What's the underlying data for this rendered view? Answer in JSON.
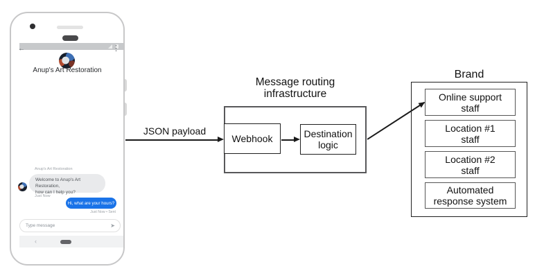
{
  "phone": {
    "status_bar": {},
    "header": {
      "back_icon": "←",
      "title": "Anup's Art Restoration",
      "menu_icon": "⋮"
    },
    "conversation": {
      "sender_label": "Anup's Art Restoration",
      "incoming": {
        "line1": "Welcome to Anup's Art Restoration,",
        "line2": "how can I help you?",
        "timestamp": "Just Now"
      },
      "outgoing": {
        "text": "Hi, what are your hours?",
        "status": "Just Now • Sent"
      }
    },
    "composer": {
      "placeholder": "Type message",
      "send_icon": "➤"
    },
    "nav": {
      "back_icon": "‹"
    }
  },
  "diagram": {
    "payload_label": "JSON payload",
    "routing": {
      "title_line1": "Message routing",
      "title_line2": "infrastructure",
      "webhook_label": "Webhook",
      "destination_line1": "Destination",
      "destination_line2": "logic"
    },
    "brand": {
      "title": "Brand",
      "boxes": [
        {
          "line1": "Online support",
          "line2": "staff"
        },
        {
          "line1": "Location #1",
          "line2": "staff"
        },
        {
          "line1": "Location #2",
          "line2": "staff"
        },
        {
          "line1": "Automated",
          "line2": "response system"
        }
      ]
    }
  }
}
